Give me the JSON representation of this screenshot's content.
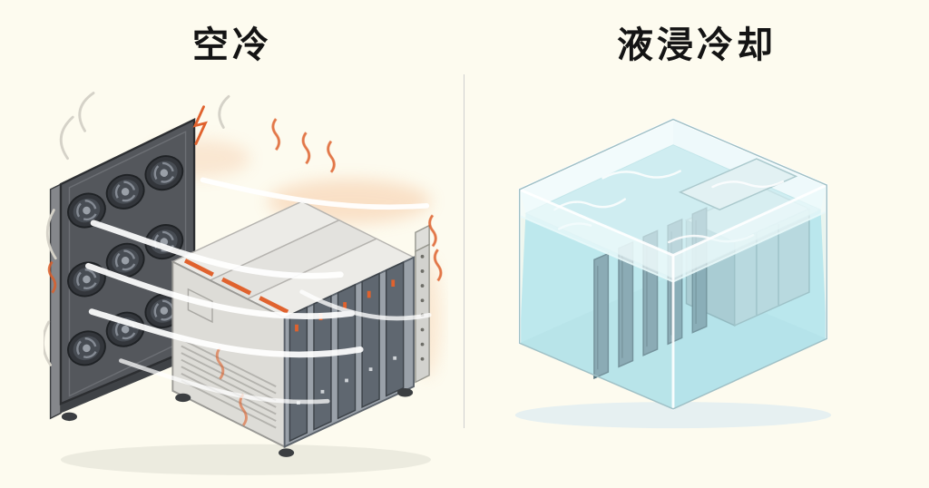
{
  "page": {
    "background_color": "#fdfbef",
    "divider_color": "#cfcfcf"
  },
  "left_panel": {
    "title": "空冷",
    "illustration": "air-cooled-server-rack",
    "heat_color": "#dd5f2a",
    "airflow_color": "#ffffff",
    "chassis_color": "#dddcd7",
    "fan_panel_color": "#54575c"
  },
  "right_panel": {
    "title": "液浸冷却",
    "illustration": "immersion-cooling-tank",
    "liquid_color": "#b8e6ec",
    "glass_edge_color": "#ffffff",
    "server_color": "#72929e"
  }
}
